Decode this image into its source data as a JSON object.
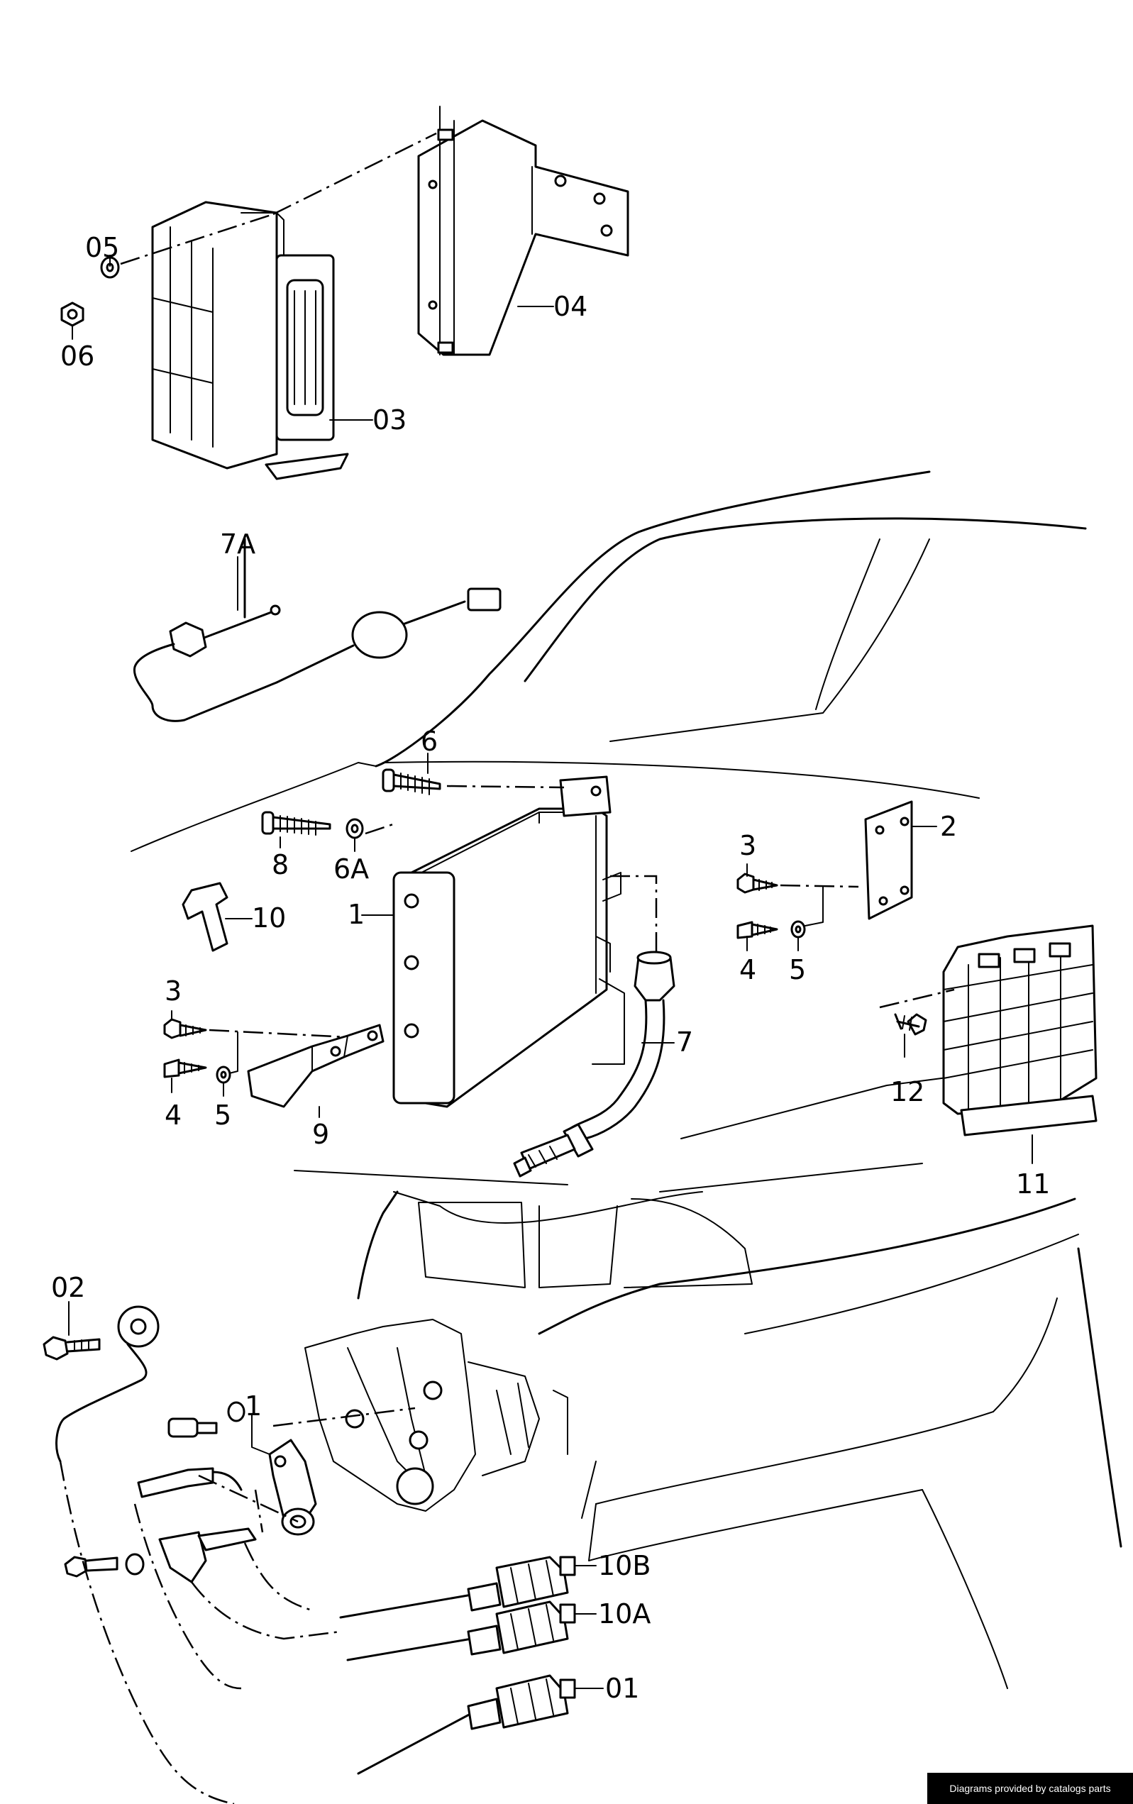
{
  "callouts": {
    "p05": "05",
    "p06": "06",
    "p04": "04",
    "p03": "03",
    "p7A": "7A",
    "p6": "6",
    "p8": "8",
    "p6A": "6A",
    "p10": "10",
    "p1": "1",
    "p2": "2",
    "p3a": "3",
    "p4a": "4",
    "p5a": "5",
    "p7": "7",
    "p3b": "3",
    "p4b": "4",
    "p5b": "5",
    "p9": "9",
    "p12": "12",
    "p11": "11",
    "p02": "02",
    "p1b": "1",
    "p10B": "10B",
    "p10A": "10A",
    "p01": "01"
  },
  "credit": "Diagrams provided by catalogs parts"
}
